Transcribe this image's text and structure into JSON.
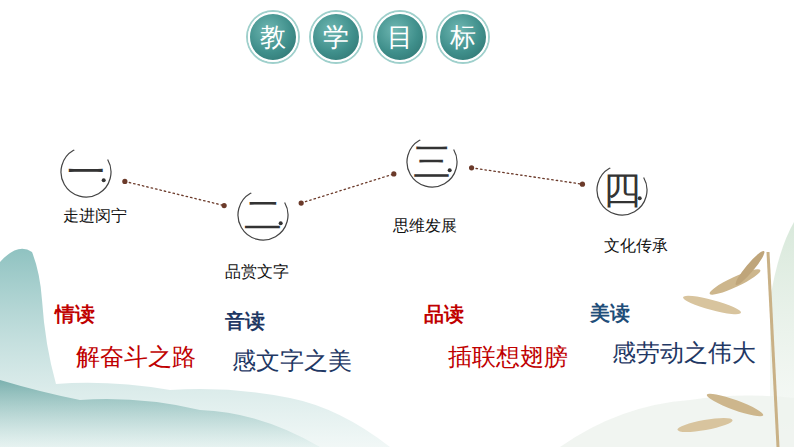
{
  "diagram": {
    "nodes": [
      {
        "text": [
          "教"
        ]
      },
      {
        "text": [
          "学"
        ]
      },
      {
        "text": [
          "目"
        ]
      },
      {
        "text": [
          "标"
        ]
      },
      {
        "text": [
          "一",
          "走进闵宁"
        ]
      },
      {
        "text": [
          "二",
          "品赏文字"
        ]
      },
      {
        "text": [
          "三",
          "思维发展"
        ]
      },
      {
        "text": [
          "四",
          "文化传承"
        ]
      }
    ],
    "edges": [
      {
        "from": 4,
        "to": 5,
        "arrow": "none"
      },
      {
        "from": 5,
        "to": 6,
        "arrow": "none"
      },
      {
        "from": 6,
        "to": 7,
        "arrow": "none"
      }
    ],
    "labels": [
      "情读",
      "解奋斗之路",
      "音读",
      "感文字之美",
      "品读",
      "插联想翅膀",
      "美读",
      "感劳动之伟大"
    ]
  }
}
